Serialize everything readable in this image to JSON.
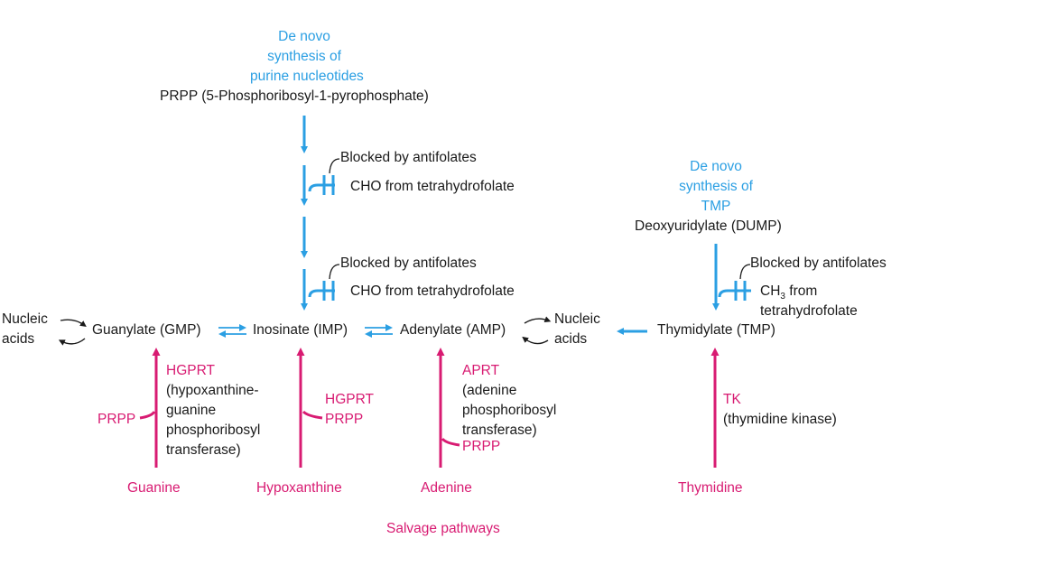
{
  "colors": {
    "blue": "#2b9fe3",
    "pink": "#d81b72",
    "text": "#1a1a1a"
  },
  "denovo_purine": {
    "lines": [
      "De novo",
      "synthesis of",
      "purine nucleotides"
    ],
    "prpp_full": "PRPP (5-Phosphoribosyl-1-pyrophosphate)"
  },
  "purine_blocks": [
    {
      "blocked": "Blocked by antifolates",
      "cho": "CHO from tetrahydrofolate"
    },
    {
      "blocked": "Blocked by antifolates",
      "cho": "CHO from tetrahydrofolate"
    }
  ],
  "denovo_tmp": {
    "lines": [
      "De novo",
      "synthesis of",
      "TMP"
    ],
    "dump": "Deoxyuridylate (DUMP)",
    "blocked": "Blocked by antifolates",
    "ch3_a": "CH",
    "ch3_sub": "3",
    "ch3_b": " from",
    "ch3_line2": "tetrahydrofolate"
  },
  "main_row": {
    "nucleic_left": [
      "Nucleic",
      "acids"
    ],
    "gmp": "Guanylate (GMP)",
    "imp": "Inosinate (IMP)",
    "amp": "Adenylate (AMP)",
    "nucleic_right": [
      "Nucleic",
      "acids"
    ],
    "tmp": "Thymidylate (TMP)"
  },
  "salvage": {
    "guanine": {
      "enzyme_lines": [
        "HGPRT"
      ],
      "desc_lines": [
        "(hypoxanthine-",
        "guanine",
        "phosphoribosyl",
        "transferase)"
      ],
      "prpp": "PRPP",
      "base": "Guanine"
    },
    "hypoxanthine": {
      "enzyme": "HGPRT",
      "prpp": "PRPP",
      "base": "Hypoxanthine"
    },
    "adenine": {
      "enzyme": "APRT",
      "desc_lines": [
        "(adenine",
        "phosphoribosyl",
        "transferase)"
      ],
      "prpp": "PRPP",
      "base": "Adenine"
    },
    "thymidine": {
      "enzyme": "TK",
      "desc": "(thymidine kinase)",
      "base": "Thymidine"
    },
    "title": "Salvage pathways"
  }
}
